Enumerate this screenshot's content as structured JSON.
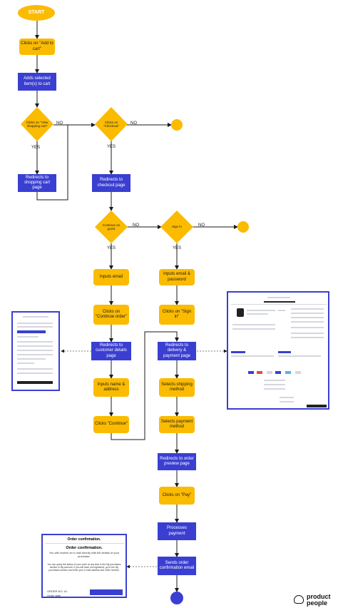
{
  "start": "START",
  "steps": {
    "add_to_cart": "Clicks on \"Add to cart\"",
    "adds_items": "Adds selected item(s) to cart",
    "view_cart_q": "Clicks on \"View shopping cart\"",
    "checkout_q": "Clicks on \"Checkout\"",
    "redir_cart": "Redirects to shopping cart page",
    "redir_checkout": "Redirects to checkout page",
    "guest_q": "Continue as guest",
    "signin_q": "Sign in",
    "inputs_email": "Inputs email",
    "inputs_email_pw": "Inputs email & password",
    "continue_order": "Clicks on \"Continue order\"",
    "clicks_signin": "Clicks on \"Sign in\"",
    "redir_customer": "Redirects to customer details page",
    "redir_delivery": "Redirects to delivery & payment page",
    "inputs_name": "Inputs name & address",
    "selects_shipping": "Selects shipping method",
    "clicks_continue": "Clicks \"Continue\"",
    "selects_payment": "Selects payment method",
    "redir_preview": "Redirects to order preview page",
    "clicks_pay": "Clicks on \"Pay\"",
    "processes_payment": "Processes payment",
    "sends_email": "Sends order confirmation email"
  },
  "labels": {
    "yes": "YES",
    "no": "NO"
  },
  "confirmation": {
    "header": "Order confirmation.",
    "title": "Order confirmation.",
    "line1": "You will receive an e-mail shortly with full details of your purchase.",
    "line2": "You can query the status of your order at any time in the My purchases section in My account. If you will have not registered, go to the My purchases section and enter your e-mail address and order number.",
    "order_no": "ORDER NO. #1",
    "order_date": "Order date"
  },
  "brand": {
    "line1": "product",
    "line2": "people"
  },
  "colors": {
    "step": "#fbbb00",
    "page": "#3a3fd1",
    "line": "#1a1a1a"
  }
}
